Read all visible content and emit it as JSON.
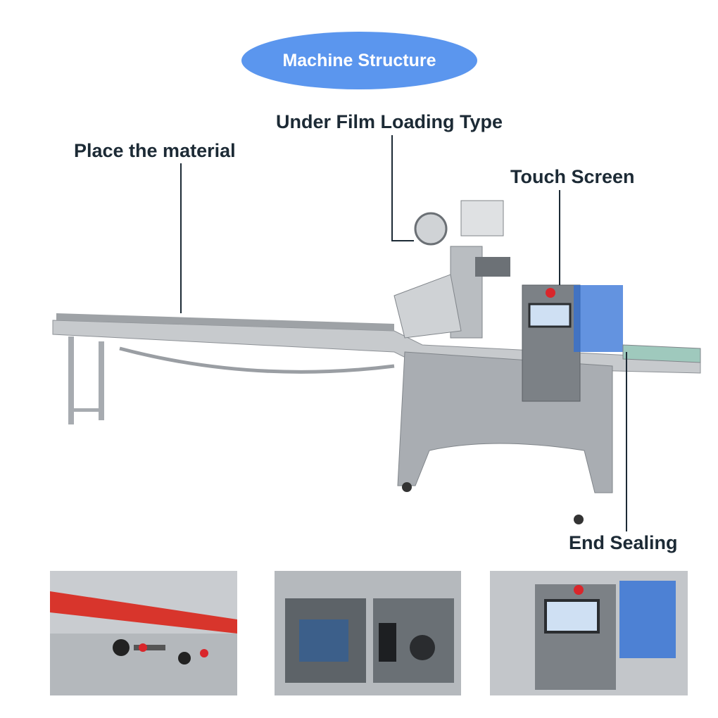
{
  "title": "Machine Structure",
  "labels": {
    "place_material": "Place the material",
    "under_film": "Under Film Loading Type",
    "touch_screen": "Touch Screen",
    "end_sealing": "End Sealing"
  },
  "colors": {
    "accent": "#5b96ee",
    "label": "#1c2a35",
    "steel": "#a9adb2",
    "guard": "#2f6fd6"
  }
}
